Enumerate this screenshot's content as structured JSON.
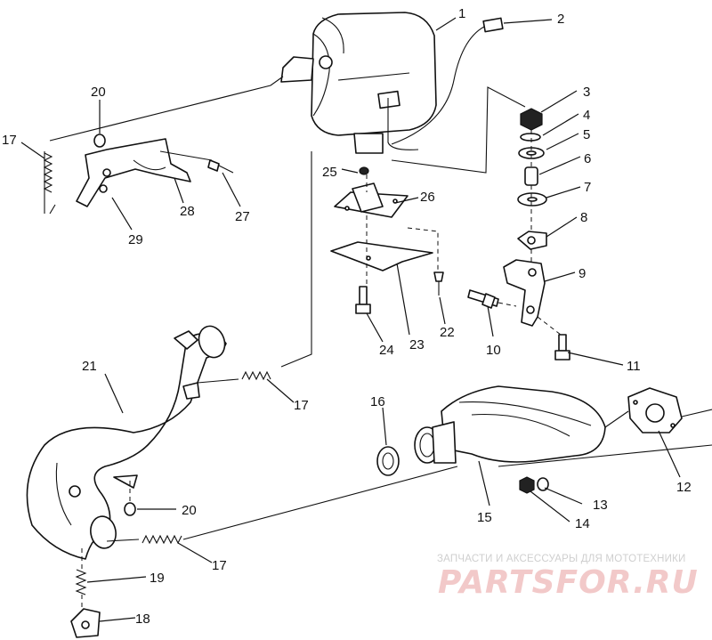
{
  "diagram": {
    "callouts": {
      "c1": "1",
      "c2": "2",
      "c3": "3",
      "c4": "4",
      "c5": "5",
      "c6": "6",
      "c7": "7",
      "c8": "8",
      "c9": "9",
      "c10": "10",
      "c11": "11",
      "c12": "12",
      "c13": "13",
      "c14": "14",
      "c15": "15",
      "c16": "16",
      "c17a": "17",
      "c17b": "17",
      "c17c": "17",
      "c18": "18",
      "c19": "19",
      "c20a": "20",
      "c20b": "20",
      "c21": "21",
      "c22": "22",
      "c23": "23",
      "c24": "24",
      "c25": "25",
      "c26": "26",
      "c27": "27",
      "c28": "28",
      "c29": "29"
    }
  },
  "watermark": {
    "tagline": "ЗАПЧАСТИ И АКСЕССУАРЫ ДЛЯ МОТОТЕХНИКИ",
    "logo_text": "PARTSFOR.RU",
    "color": "#f2c9c9"
  }
}
